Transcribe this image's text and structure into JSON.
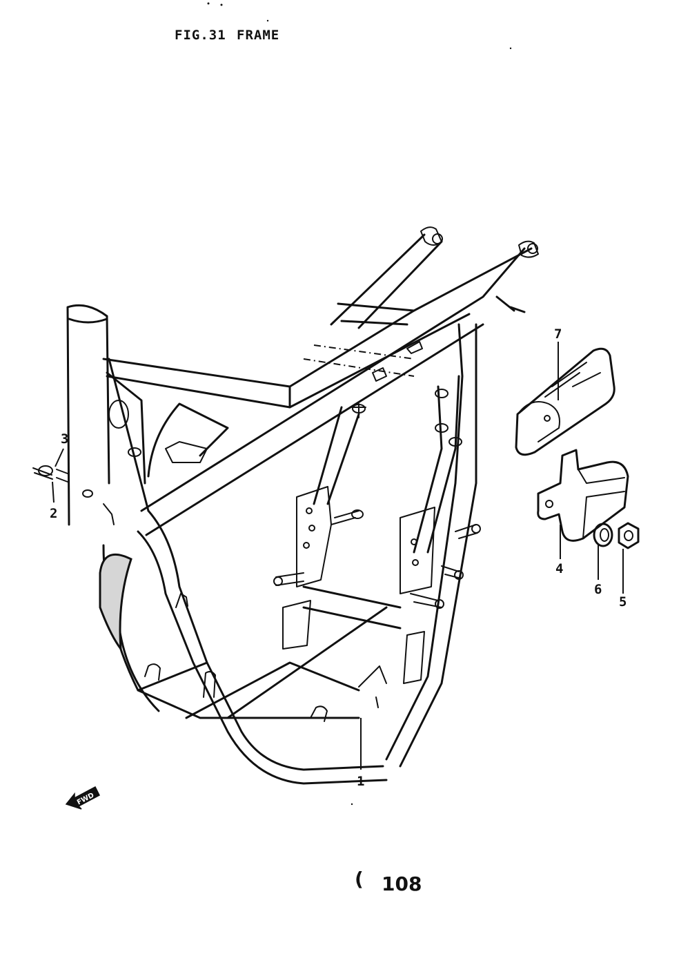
{
  "title": {
    "figure": "FIG.31",
    "name": "FRAME"
  },
  "callouts": [
    {
      "number": "1",
      "part": "frame"
    },
    {
      "number": "2",
      "part": "bolt"
    },
    {
      "number": "3",
      "part": "clip"
    },
    {
      "number": "4",
      "part": "bracket"
    },
    {
      "number": "5",
      "part": "nut"
    },
    {
      "number": "6",
      "part": "washer"
    },
    {
      "number": "7",
      "part": "plate"
    }
  ],
  "direction_marker": "FWD",
  "page_number": "108",
  "page_mark": "("
}
